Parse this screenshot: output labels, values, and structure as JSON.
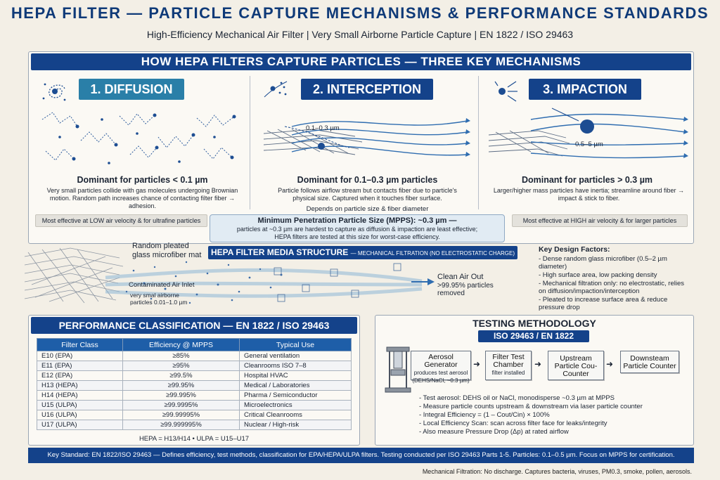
{
  "header": {
    "title": "HEPA FILTER — PARTICLE CAPTURE MECHANISMS & PERFORMANCE STANDARDS",
    "subtitle": "High-Efficiency Mechanical Air Filter | Very Small Airborne Particle Capture | EN 1822 / ISO 29463"
  },
  "mechanisms_banner": "HOW HEPA FILTERS CAPTURE PARTICLES — THREE KEY MECHANISMS",
  "mechanisms": [
    {
      "title": "1. DIFFUSION",
      "dominant": "Dominant for particles < 0.1 µm",
      "description": "Very small particles collide with gas molecules undergoing Brownian motion. Random path increases chance of contacting filter fiber → adhesion.",
      "note": "Most effective at LOW air velocity & for ultrafine particles"
    },
    {
      "title": "2. INTERCEPTION",
      "size_label": "0.1–0.3 µm",
      "dominant": "Dominant for 0.1–0.3 µm particles",
      "description": "Particle follows airflow stream but contacts fiber due to particle's physical size. Captured when it touches fiber surface.",
      "note": "Depends on particle size & fiber diameter"
    },
    {
      "title": "3. IMPACTION",
      "size_label": "0.5–5 µm",
      "dominant": "Dominant for particles > 0.3 µm",
      "description": "Larger/higher mass particles have inertia; streamline around fiber → impact & stick to fiber.",
      "note": "Most effective at HIGH air velocity & for larger particles"
    }
  ],
  "mpps": {
    "title": "Minimum Penetration Particle Size (MPPS): ~0.3 µm —",
    "line1": "particles at ~0.3 µm are hardest to capture as diffusion & impaction are least effective;",
    "line2": "HEPA filters are tested at this size for worst-case efficiency."
  },
  "media": {
    "banner_main": "HEPA FILTER MEDIA STRUCTURE",
    "banner_sub": "— MECHANICAL FILTRATION (NO ELECTROSTATIC CHARGE)",
    "mat_label_1": "Random pleated",
    "mat_label_2": "glass microfiber mat",
    "inlet_label": "Contaminated Air Inlet",
    "inlet_sub_1": "very smal airborne",
    "inlet_sub_2": "particles 0.01–1.0 µm",
    "outlet_label": "Clean Air Out",
    "outlet_sub_1": ">99.95% particles",
    "outlet_sub_2": "removed"
  },
  "design_factors": {
    "title": "Key Design Factors:",
    "items": [
      "- Dense random glass microfiber (0.5–2 µm diameter)",
      "- High surface area, low packing density",
      "- Mechanical filtration only: no electrostatic, relies on diffusion/impaction/interception",
      "- Pleated to increase surface area & reduce pressure drop"
    ]
  },
  "classification": {
    "title": "PERFORMANCE CLASSIFICATION — EN 1822 / ISO 29463",
    "columns": [
      "Filter Class",
      "Efficiency @ MPPS",
      "Typical Use"
    ],
    "rows": [
      [
        "E10 (EPA)",
        "≥85%",
        "General ventilation"
      ],
      [
        "E11 (EPA)",
        "≥95%",
        "Cleanrooms ISO 7–8"
      ],
      [
        "E12 (EPA)",
        "≥99.5%",
        "Hospital HVAC"
      ],
      [
        "H13 (HEPA)",
        "≥99.95%",
        "Medical / Laboratories"
      ],
      [
        "H14 (HEPA)",
        "≥99.995%",
        "Pharma / Semiconductor"
      ],
      [
        "U15 (ULPA)",
        "≥99.9995%",
        "Microelectronics"
      ],
      [
        "U16 (ULPA)",
        "≥99.99995%",
        "Critical Cleanrooms"
      ],
      [
        "U17 (ULPA)",
        "≥99.999995%",
        "Nuclear / High-risk"
      ]
    ],
    "note": "HEPA = H13/H14 • ULPA = U15–U17"
  },
  "testing": {
    "title": "TESTING METHODOLOGY",
    "subtitle": "ISO 29463 / EN 1822",
    "steps": [
      {
        "name": "Aerosol Generator",
        "sub": "produces test aerosol (DEHS/NaCl, ~0.3 µm)"
      },
      {
        "name": "Filter Test Chamber",
        "sub": "filter installed"
      },
      {
        "name": "Upstream Particle Cou-Counter",
        "sub": ""
      },
      {
        "name": "Downsteam Particle Counter",
        "sub": ""
      }
    ],
    "points": [
      "- Test aerosol: DEHS oil or NaCl, monodisperse ~0.3 µm at MPPS",
      "- Measure particle counts upstream & downstream via laser particle counter",
      "- Integral Efficiency = (1 – Cout/Cin) × 100%",
      "- Local Efficiency Scan: scan across filter face for leaks/integrity",
      "- Also measure Pressure Drop (Δp) at rated airflow"
    ]
  },
  "footer": "Key Standard: EN 1822/ISO 29463 — Defines efficiency, test methods, classification for EPA/HEPA/ULPA filters. Testing conducted per ISO 29463 Parts 1-5. Particles: 0.1–0.5 µm. Focus on MPPS for certification.",
  "bottom_note": "Mechanical Filtration: No discharge. Captures bacteria, viruses, PM0.3, smoke, pollen, aerosols.",
  "colors": {
    "primary": "#14428a",
    "accent": "#2a7fa8",
    "background": "#f3efe6"
  }
}
